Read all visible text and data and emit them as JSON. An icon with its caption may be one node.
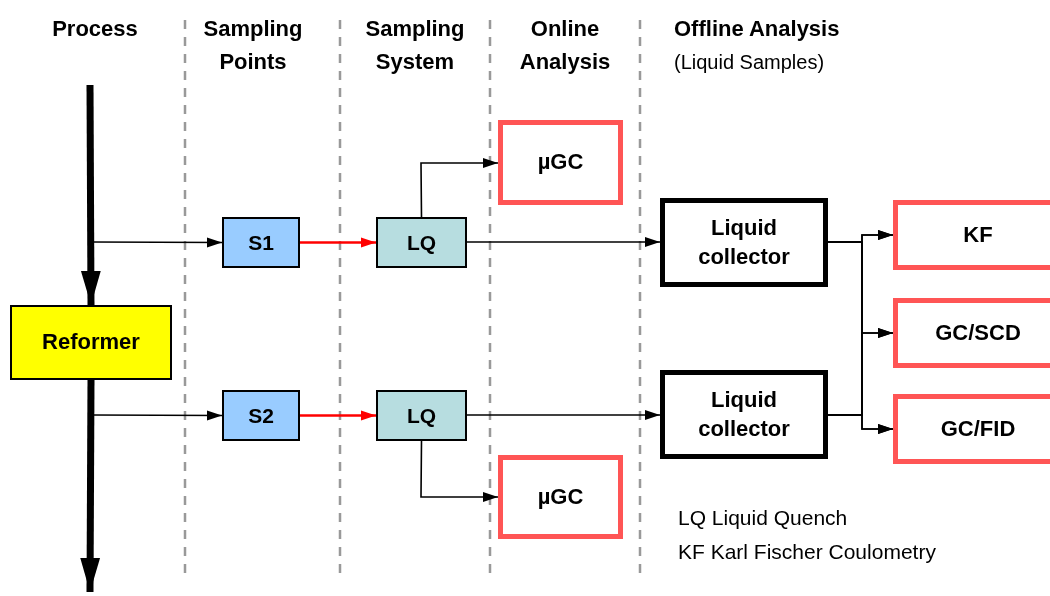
{
  "diagram": {
    "nodes": [
      {
        "text": [
          "Reformer"
        ]
      },
      {
        "text": [
          "S1"
        ]
      },
      {
        "text": [
          "LQ"
        ]
      },
      {
        "text": [
          "µGC"
        ]
      },
      {
        "text": [
          "Liquid collector"
        ]
      },
      {
        "text": [
          "S2"
        ]
      },
      {
        "text": [
          "LQ"
        ]
      },
      {
        "text": [
          "µGC"
        ]
      },
      {
        "text": [
          "Liquid collector"
        ]
      },
      {
        "text": [
          "KF"
        ]
      },
      {
        "text": [
          "GC/SCD"
        ]
      },
      {
        "text": [
          "GC/FID"
        ]
      }
    ],
    "edges": [
      {
        "from": null,
        "to": 0,
        "arrow": "to",
        "style": "thick"
      },
      {
        "from": 0,
        "to": null,
        "arrow": "to",
        "style": "thick"
      },
      {
        "from": null,
        "to": 1,
        "arrow": "to"
      },
      {
        "from": null,
        "to": 5,
        "arrow": "to"
      },
      {
        "from": 1,
        "to": 2,
        "arrow": "to",
        "color": "#ff0000"
      },
      {
        "from": 5,
        "to": 6,
        "arrow": "to",
        "color": "#ff0000"
      },
      {
        "from": 2,
        "to": 3,
        "arrow": "to"
      },
      {
        "from": 2,
        "to": 4,
        "arrow": "to"
      },
      {
        "from": 6,
        "to": 8,
        "arrow": "to"
      },
      {
        "from": 6,
        "to": 7,
        "arrow": "to"
      },
      {
        "from": 4,
        "to": 9,
        "arrow": "to"
      },
      {
        "from": 4,
        "to": 10,
        "arrow": "to"
      },
      {
        "from": 4,
        "to": 11,
        "arrow": "to"
      },
      {
        "from": 8,
        "to": 9,
        "arrow": "to"
      },
      {
        "from": 8,
        "to": 10,
        "arrow": "to"
      },
      {
        "from": 8,
        "to": 11,
        "arrow": "to"
      }
    ],
    "labels": [
      "Process",
      "Sampling Points",
      "Sampling System",
      "Online Analysis",
      "Offline Analysis",
      "(Liquid Samples)",
      "LQ Liquid Quench",
      "KF Karl Fischer Coulometry"
    ]
  }
}
